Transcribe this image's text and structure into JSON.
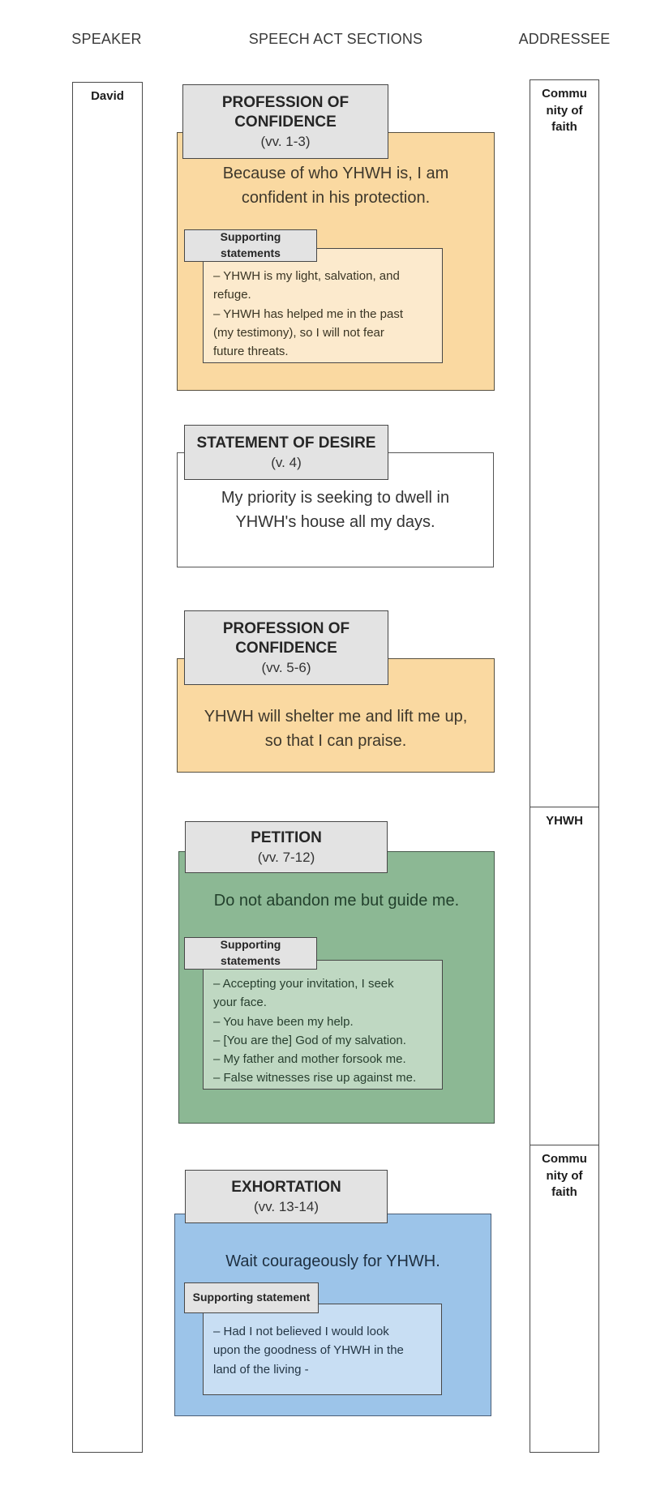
{
  "headers": {
    "speaker": "SPEAKER",
    "sections": "SPEECH ACT SECTIONS",
    "addressee": "ADDRESSEE"
  },
  "speaker": {
    "label": "David"
  },
  "addressees": [
    {
      "label": "Commu\nnity of\nfaith"
    },
    {
      "label": "YHWH"
    },
    {
      "label": "Commu\nnity of\nfaith"
    }
  ],
  "sections": [
    {
      "title": "PROFESSION OF\nCONFIDENCE",
      "verses": "(vv. 1-3)",
      "statement": "Because of who YHWH is, I am\nconfident in his protection.",
      "support_label": "Supporting\nstatements",
      "support_items": [
        "– YHWH is my light, salvation, and\nrefuge.",
        "– YHWH has helped me in the past\n(my testimony), so I will not fear\nfuture threats."
      ],
      "theme": "tan"
    },
    {
      "title": "STATEMENT OF DESIRE",
      "verses": "(v. 4)",
      "statement": "My priority is seeking to dwell in\nYHWH's house all my days.",
      "theme": "white"
    },
    {
      "title": "PROFESSION OF\nCONFIDENCE",
      "verses": "(vv. 5-6)",
      "statement": "YHWH will shelter me and lift me up,\nso that I can praise.",
      "theme": "tan"
    },
    {
      "title": "PETITION",
      "verses": "(vv. 7-12)",
      "statement": "Do not abandon me but guide me.",
      "support_label": "Supporting\nstatements",
      "support_items": [
        "– Accepting your invitation, I seek\nyour face.",
        "– You have been my help.",
        "– [You are the] God of my salvation.",
        "– My father and mother forsook me.",
        "– False witnesses rise up against me."
      ],
      "theme": "green"
    },
    {
      "title": "EXHORTATION",
      "verses": "(vv. 13-14)",
      "statement": "Wait courageously for YHWH.",
      "support_label": "Supporting statement",
      "support_items": [
        "– Had I not believed I would look\nupon the goodness of YHWH in the\nland of the living -"
      ],
      "theme": "blue"
    }
  ],
  "colors": {
    "tan_fill": "#FAD9A1",
    "tan_inner_fill": "#FCEACD",
    "green_fill": "#8CB894",
    "green_inner_fill": "#BFD8C2",
    "blue_fill": "#9CC4E9",
    "blue_inner_fill": "#C8DEF3",
    "header_fill": "#E3E3E3",
    "box_border": "#474747",
    "background": "#FFFFFF"
  }
}
